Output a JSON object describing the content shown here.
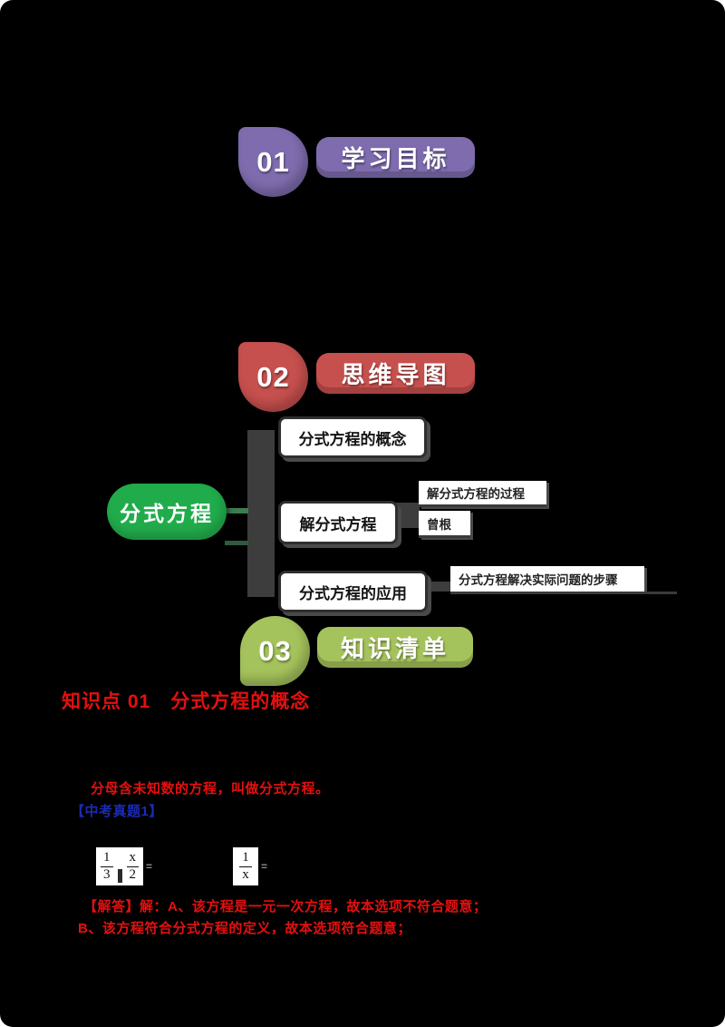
{
  "document": {
    "type": "math-worksheet",
    "topic": "分式方程"
  },
  "colors": {
    "background": "#000000",
    "section1_purple": "#7e6cae",
    "section2_red": "#c6504e",
    "section3_green": "#a5c35c",
    "mindmap_root_green": "#21ac4b",
    "red_text": "#e60f0f",
    "blue_text": "#1c2bb4"
  },
  "sections": [
    {
      "number": "01",
      "title": "学习目标"
    },
    {
      "number": "02",
      "title": "思维导图"
    },
    {
      "number": "03",
      "title": "知识清单"
    }
  ],
  "mindmap": {
    "root_label": "分式方程",
    "branches": [
      {
        "label": "分式方程的概念",
        "children": []
      },
      {
        "label": "解分式方程",
        "children": [
          "解分式方程的过程",
          "曾根"
        ]
      },
      {
        "label": "分式方程的应用",
        "children": [
          "分式方程解决实际问题的步骤"
        ]
      }
    ]
  },
  "knowledge": {
    "heading": "知识点 01　分式方程的概念",
    "definition": "分母含未知数的方程，叫做分式方程。",
    "exam_tag": "【中考真题1】",
    "formulas": {
      "f1": {
        "fracs": [
          {
            "num": "1",
            "den": "3"
          },
          {
            "num": "x",
            "den": "2"
          }
        ],
        "suffix": "="
      },
      "f2": {
        "fracs": [
          {
            "num": "1",
            "den": "x"
          }
        ],
        "suffix": "="
      }
    },
    "answer_lines": [
      "【解答】解：A、该方程是一元一次方程，故本选项不符合题意；",
      "B、该方程符合分式方程的定义，故本选项符合题意；"
    ]
  }
}
